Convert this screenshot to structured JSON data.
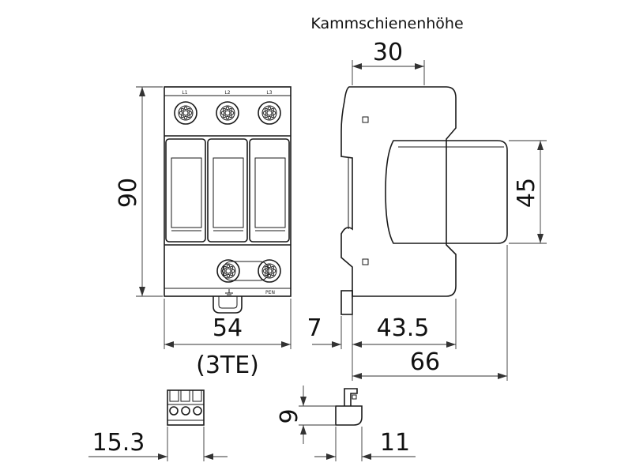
{
  "title": "Kammschienenhöhe",
  "terminals": {
    "l1": "L1",
    "l2": "L2",
    "l3": "L3",
    "pen": "PEN"
  },
  "dimensions": {
    "height": "90",
    "width": "54",
    "width_modules": "(3TE)",
    "busbar_width": "30",
    "front_height": "45",
    "rail_offset": "7",
    "depth_front": "43.5",
    "depth_total": "66",
    "connector_height": "9",
    "connector_width": "15.3",
    "connector_depth": "11"
  }
}
